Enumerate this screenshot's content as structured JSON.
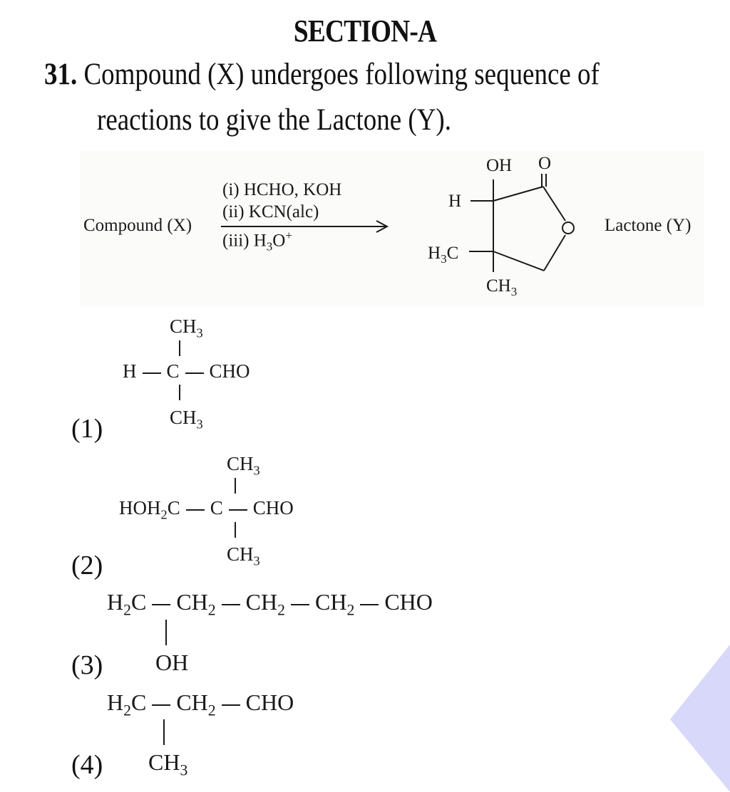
{
  "header": {
    "section_title": "SECTION-A"
  },
  "question": {
    "number": "31.",
    "text_line1": "Compound (X) undergoes following sequence of",
    "text_line2": "reactions to give the Lactone (Y)."
  },
  "scheme": {
    "reactant_label": "Compound (X)",
    "reagents": {
      "step1": "(i)  HCHO, KOH",
      "step2": "(ii)  KCN(alc)",
      "step3_prefix": "(iii) H",
      "step3_sub": "3",
      "step3_mid": "O",
      "step3_sup": "+"
    },
    "product": {
      "label": "Lactone (Y)",
      "atoms": {
        "oh": "OH",
        "carbonyl_o": "O",
        "h": "H",
        "h3c_prefix": "H",
        "h3c_sub": "3",
        "h3c_suffix": "C",
        "ch3_prefix": "CH",
        "ch3_sub": "3"
      }
    }
  },
  "options": [
    {
      "label": "(1)",
      "top": "CH3",
      "left": "H",
      "center": "C",
      "right": "CHO",
      "bottom": "CH3"
    },
    {
      "label": "(2)",
      "top": "CH3",
      "left": "HOH2C",
      "center": "C",
      "right": "CHO",
      "bottom": "CH3"
    },
    {
      "label": "(3)",
      "chain": [
        "H2C",
        "CH2",
        "CH2",
        "CH2",
        "CHO"
      ],
      "substituent": "OH"
    },
    {
      "label": "(4)",
      "chain": [
        "H2C",
        "CH2",
        "CHO"
      ],
      "substituent": "CH3"
    }
  ],
  "text": {
    "ch": "CH",
    "three": "3",
    "two": "2",
    "c": "C",
    "h": "H",
    "cho": "CHO",
    "hoh": "HOH",
    "oh": "OH"
  },
  "colors": {
    "decoration": "#d8d8fb",
    "scheme_bg": "#fbfbfa"
  }
}
